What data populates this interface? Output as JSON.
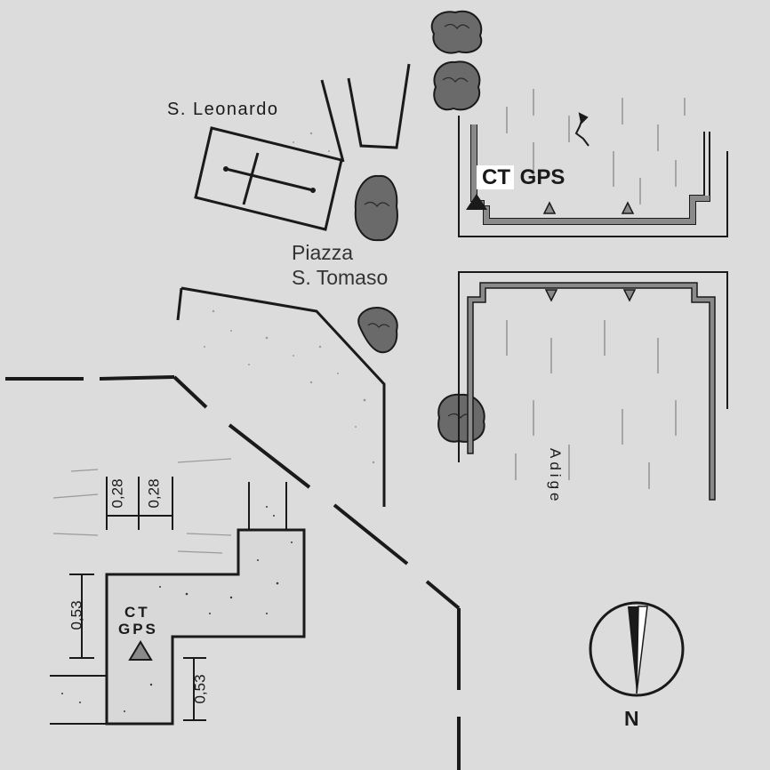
{
  "labels": {
    "church": "S. Leonardo",
    "piazza_line1": "Piazza",
    "piazza_line2": "S. Tomaso",
    "station_top_ct": "CT",
    "station_top_gps": "GPS",
    "river": "Adige",
    "inset_ct": "CT",
    "inset_gps": "GPS",
    "north": "N"
  },
  "dimensions": {
    "width_a": "0,28",
    "width_b": "0,28",
    "height_a": "0,53",
    "height_b": "0,53"
  },
  "symbols": {
    "station_marker": "triangle-marker-icon",
    "church_cross": "cross-icon",
    "trees": "tree-icon",
    "north_arrow": "north-arrow-icon",
    "river_flow": "flow-arrow-icon"
  },
  "colors": {
    "background": "#dcdcdc",
    "ink": "#1a1a1a",
    "riverbank_fill": "#8a8a8a"
  }
}
